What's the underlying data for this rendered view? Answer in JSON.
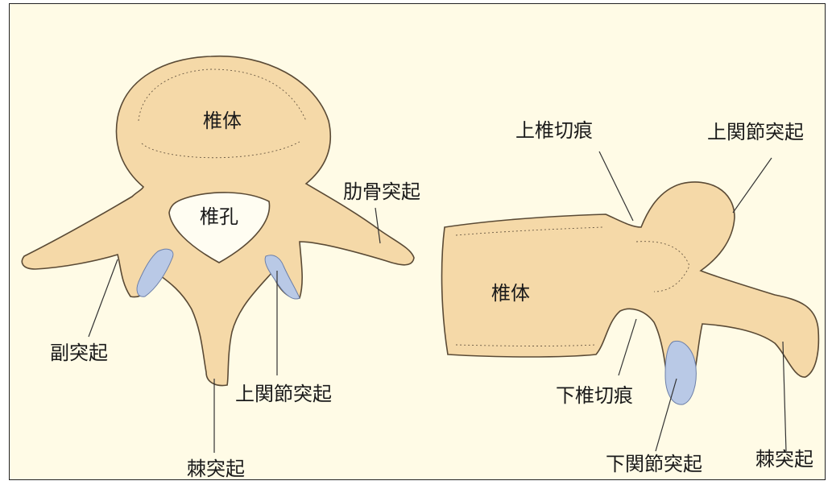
{
  "labels": {
    "vertebral_body_superior": "椎体",
    "vertebral_foramen": "椎孔",
    "costal_process": "肋骨突起",
    "accessory_process": "副突起",
    "superior_articular_process_left": "上関節突起",
    "spinous_process_left": "棘突起",
    "superior_vertebral_notch": "上椎切痕",
    "superior_articular_process_right": "上関節突起",
    "vertebral_body_lateral": "椎体",
    "inferior_vertebral_notch": "下椎切痕",
    "inferior_articular_process": "下関節突起",
    "spinous_process_right": "棘突起"
  },
  "colors": {
    "background": "#fffbe6",
    "bone": "#f5d9a8",
    "articular_surface": "#b9c9e6",
    "outline": "#5a4a35",
    "text": "#1a1a1a"
  }
}
